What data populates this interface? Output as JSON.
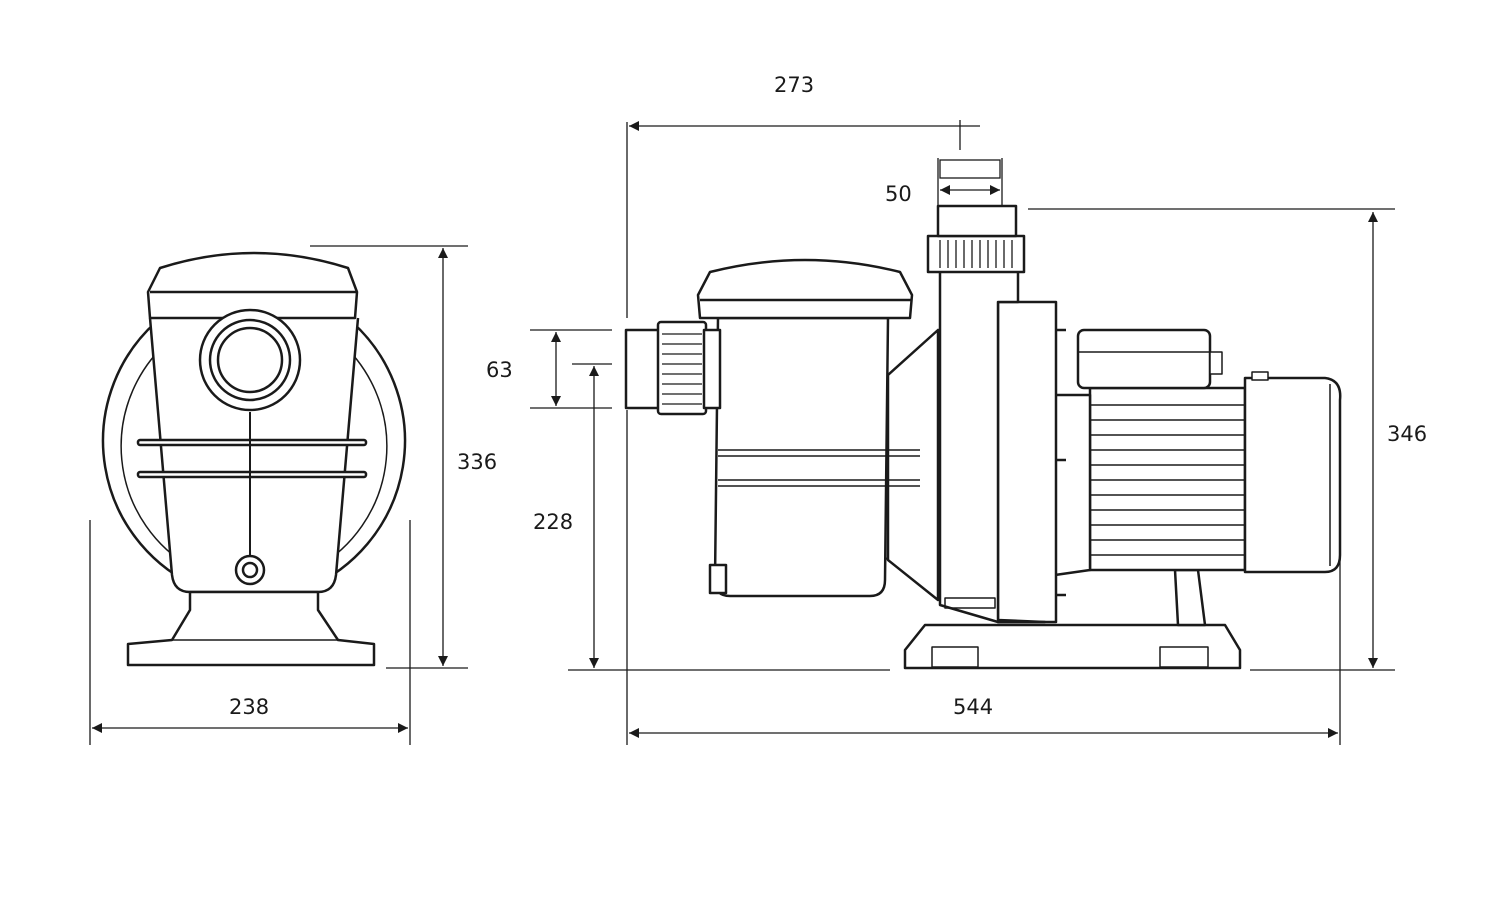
{
  "dimensions": {
    "front_width": "238",
    "front_height": "336",
    "overall_length": "544",
    "outlet_offset": "273",
    "outlet_diameter": "50",
    "overall_height": "346",
    "inlet_diameter": "63",
    "inlet_height": "228"
  },
  "colors": {
    "line": "#1a1a1a",
    "background": "#ffffff"
  }
}
